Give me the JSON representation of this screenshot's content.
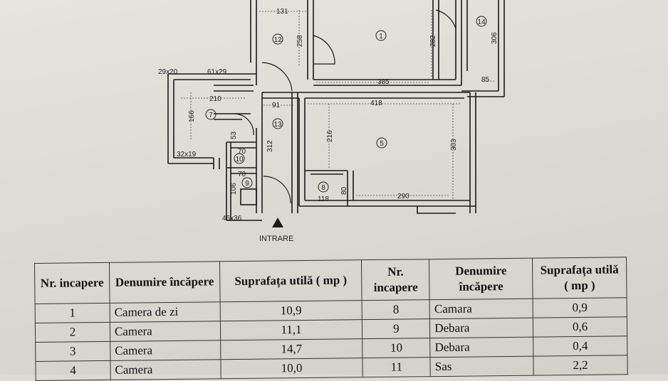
{
  "plan": {
    "dimensions": [
      "131",
      "258",
      "282",
      "306",
      "385",
      "85",
      "91",
      "418",
      "29x20",
      "61x29",
      "210",
      "166",
      "53",
      "312",
      "216",
      "303",
      "70",
      "70",
      "106",
      "80",
      "118",
      "290",
      "32x19",
      "46x36"
    ],
    "room_numbers": [
      "1",
      "12",
      "14",
      "7",
      "13",
      "5",
      "10",
      "9",
      "8"
    ],
    "entrance_label": "INTRARE"
  },
  "table": {
    "headers": [
      "Nr. incapere",
      "Denumire încăpere",
      "Suprafața utilă ( mp )",
      "Nr. incapere",
      "Denumire încăpere",
      "Suprafața utilă ( mp )"
    ],
    "rows": [
      {
        "nr1": "1",
        "name1": "Camera de zi",
        "area1": "10,9",
        "nr2": "8",
        "name2": "Camara",
        "area2": "0,9"
      },
      {
        "nr1": "2",
        "name1": "Camera",
        "area1": "11,1",
        "nr2": "9",
        "name2": "Debara",
        "area2": "0,6"
      },
      {
        "nr1": "3",
        "name1": "Camera",
        "area1": "14,7",
        "nr2": "10",
        "name2": "Debara",
        "area2": "0,4"
      },
      {
        "nr1": "4",
        "name1": "Camera",
        "area1": "10,0",
        "nr2": "11",
        "name2": "Sas",
        "area2": "2,2"
      }
    ]
  }
}
